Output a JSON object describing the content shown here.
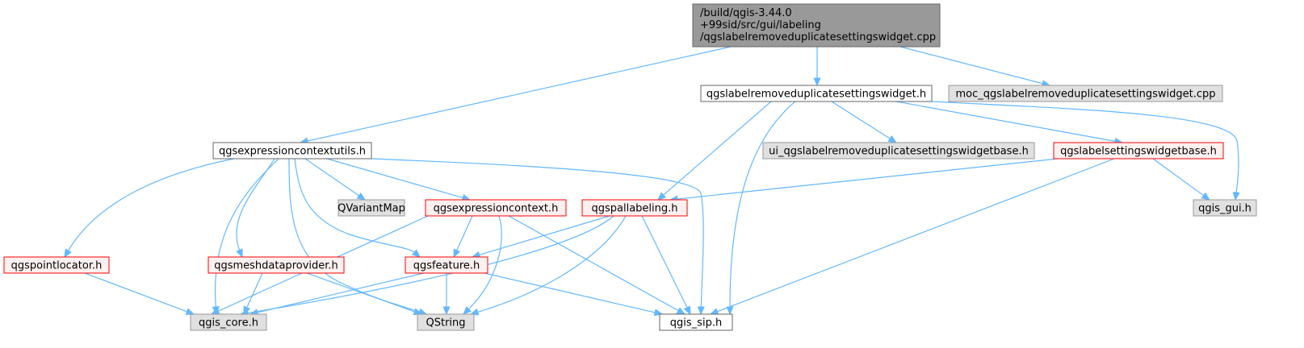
{
  "diagram": {
    "style": {
      "edge_color": "#63b8ff",
      "root_fill": "#999999",
      "root_border": "#666666",
      "plain_fill": "#ffffff",
      "plain_border": "#666666",
      "system_fill": "#e0e0e0",
      "system_border": "#999999",
      "missing_fill": "#fff0f0",
      "missing_border": "#ff0000"
    },
    "nodes": [
      {
        "id": "root",
        "kind": "root",
        "lines": [
          "/build/qgis-3.44.0",
          "+99sid/src/gui/labeling",
          "/qgslabelremoveduplicatesettingswidget.cpp"
        ]
      },
      {
        "id": "widget_h",
        "kind": "plain",
        "lines": [
          "qgslabelremoveduplicatesettingswidget.h"
        ]
      },
      {
        "id": "moc_cpp",
        "kind": "system",
        "lines": [
          "moc_qgslabelremoveduplicatesettingswidget.cpp"
        ]
      },
      {
        "id": "exprctxutils_h",
        "kind": "plain",
        "lines": [
          "qgsexpressioncontextutils.h"
        ]
      },
      {
        "id": "ui_base_h",
        "kind": "system",
        "lines": [
          "ui_qgslabelremoveduplicatesettingswidgetbase.h"
        ]
      },
      {
        "id": "labelsettingsbase_h",
        "kind": "missing",
        "lines": [
          "qgslabelsettingswidgetbase.h"
        ]
      },
      {
        "id": "qvariantmap",
        "kind": "system",
        "lines": [
          "QVariantMap"
        ]
      },
      {
        "id": "exprctx_h",
        "kind": "missing",
        "lines": [
          "qgsexpressioncontext.h"
        ]
      },
      {
        "id": "pallabeling_h",
        "kind": "missing",
        "lines": [
          "qgspallabeling.h"
        ]
      },
      {
        "id": "qgis_gui_h",
        "kind": "system",
        "lines": [
          "qgis_gui.h"
        ]
      },
      {
        "id": "pointlocator_h",
        "kind": "missing",
        "lines": [
          "qgspointlocator.h"
        ]
      },
      {
        "id": "meshdataprovider_h",
        "kind": "missing",
        "lines": [
          "qgsmeshdataprovider.h"
        ]
      },
      {
        "id": "feature_h",
        "kind": "missing",
        "lines": [
          "qgsfeature.h"
        ]
      },
      {
        "id": "qgis_core_h",
        "kind": "system",
        "lines": [
          "qgis_core.h"
        ]
      },
      {
        "id": "qstring",
        "kind": "system",
        "lines": [
          "QString"
        ]
      },
      {
        "id": "qgis_sip_h",
        "kind": "plain",
        "lines": [
          "qgis_sip.h"
        ]
      }
    ],
    "edges": [
      [
        "root",
        "widget_h"
      ],
      [
        "root",
        "moc_cpp"
      ],
      [
        "root",
        "exprctxutils_h"
      ],
      [
        "widget_h",
        "ui_base_h"
      ],
      [
        "widget_h",
        "labelsettingsbase_h"
      ],
      [
        "widget_h",
        "pallabeling_h"
      ],
      [
        "widget_h",
        "qgis_gui_h"
      ],
      [
        "widget_h",
        "qgis_sip_h"
      ],
      [
        "labelsettingsbase_h",
        "pallabeling_h"
      ],
      [
        "labelsettingsbase_h",
        "qgis_gui_h"
      ],
      [
        "labelsettingsbase_h",
        "qgis_sip_h"
      ],
      [
        "exprctxutils_h",
        "qvariantmap"
      ],
      [
        "exprctxutils_h",
        "exprctx_h"
      ],
      [
        "exprctxutils_h",
        "pointlocator_h"
      ],
      [
        "exprctxutils_h",
        "meshdataprovider_h"
      ],
      [
        "exprctxutils_h",
        "feature_h"
      ],
      [
        "exprctxutils_h",
        "qgis_core_h"
      ],
      [
        "exprctxutils_h",
        "qstring"
      ],
      [
        "exprctxutils_h",
        "qgis_sip_h"
      ],
      [
        "exprctx_h",
        "feature_h"
      ],
      [
        "exprctx_h",
        "qgis_core_h"
      ],
      [
        "exprctx_h",
        "qstring"
      ],
      [
        "exprctx_h",
        "qgis_sip_h"
      ],
      [
        "pallabeling_h",
        "feature_h"
      ],
      [
        "pallabeling_h",
        "qgis_core_h"
      ],
      [
        "pallabeling_h",
        "qstring"
      ],
      [
        "pallabeling_h",
        "qgis_sip_h"
      ],
      [
        "pointlocator_h",
        "qgis_core_h"
      ],
      [
        "meshdataprovider_h",
        "qgis_core_h"
      ],
      [
        "meshdataprovider_h",
        "qstring"
      ],
      [
        "feature_h",
        "qgis_core_h"
      ],
      [
        "feature_h",
        "qstring"
      ],
      [
        "feature_h",
        "qgis_sip_h"
      ]
    ]
  }
}
